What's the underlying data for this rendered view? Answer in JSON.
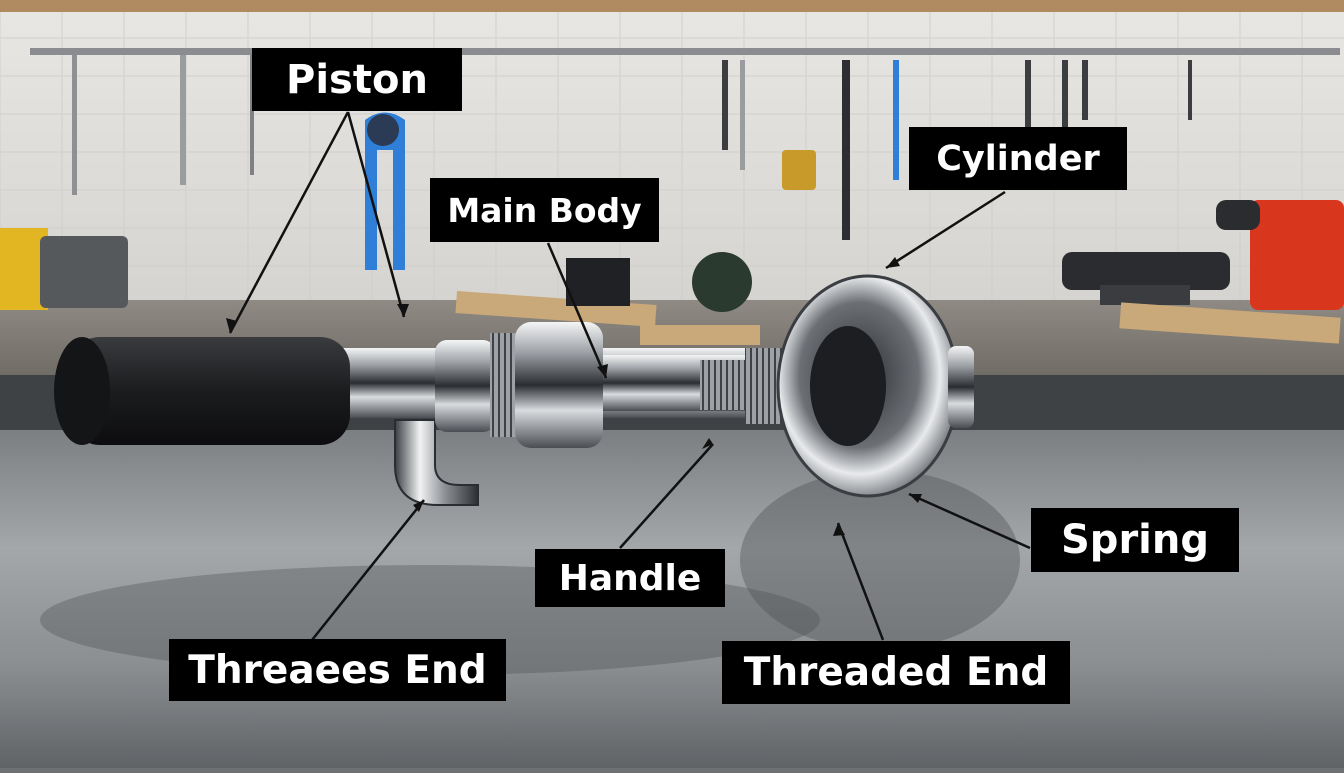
{
  "labels": {
    "piston": "Piston",
    "main_body": "Main Body",
    "cylinder": "Cylinder",
    "spring": "Spring",
    "handle": "Handle",
    "threaees_end": "Threaees End",
    "threaded_end": "Threaded End"
  },
  "colors": {
    "label_bg": "#000000",
    "label_text": "#ffffff",
    "leader_line": "#111111",
    "grip": "#1e1f21",
    "chrome": "#c9ccd0",
    "toolbox_red": "#d9361e",
    "clamp_blue": "#2f7fd8"
  }
}
